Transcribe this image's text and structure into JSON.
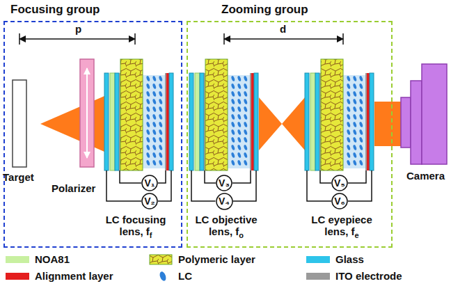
{
  "diagram": {
    "nodes": [
      {
        "text": [
          "Focusing group"
        ]
      },
      {
        "text": [
          "Zooming group"
        ]
      },
      {
        "text": [
          "V₁"
        ],
        "in": 0
      },
      {
        "text": [
          "V₂"
        ],
        "in": 0
      },
      {
        "text": [
          "V₃"
        ],
        "in": 1
      },
      {
        "text": [
          "V₄"
        ],
        "in": 1
      },
      {
        "text": [
          "V₅"
        ],
        "in": 1
      },
      {
        "text": [
          "V₆"
        ],
        "in": 1
      }
    ],
    "labels": [
      "p",
      "d",
      "Target",
      "Polarizer",
      "LC focusing lens, f",
      "f",
      "LC objective lens, f",
      "o",
      "LC eyepiece lens, f",
      "e",
      "Camera"
    ],
    "legend": [
      {
        "text": "NOA81",
        "color": "#c8f0a0"
      },
      {
        "text": "Alignment layer",
        "color": "#e41e1e"
      },
      {
        "text": "Polymeric layer"
      },
      {
        "text": "LC"
      },
      {
        "text": "Glass",
        "color": "#2ec4ea"
      },
      {
        "text": "ITO electrode",
        "color": "#9a9a9a"
      }
    ]
  }
}
